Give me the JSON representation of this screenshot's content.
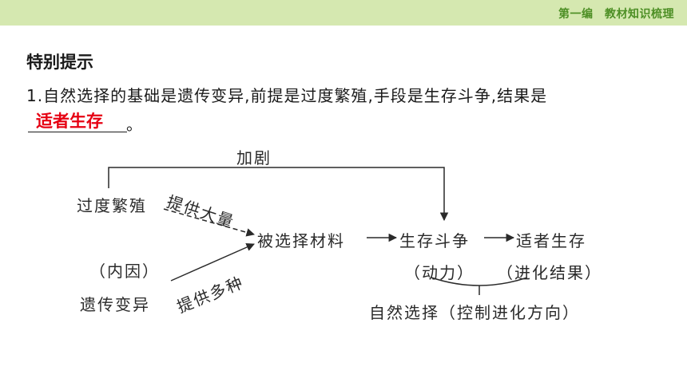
{
  "header": {
    "title": "第一编　教材知识梳理"
  },
  "section": {
    "heading": "特别提示",
    "point1_text": "1.自然选择的基础是遗传变异,前提是过度繁殖,手段是生存斗争,结果是",
    "answer": "适者生存",
    "period": "。"
  },
  "diagram": {
    "top_label": "加剧",
    "overproduction": "过度繁殖",
    "provide_large": "提供大量",
    "internal_cause": "（内因）",
    "variation": "遗传变异",
    "provide_various": "提供多种",
    "selected_material": "被选择材料",
    "struggle": "生存斗争",
    "survival": "适者生存",
    "driving_force": "（动力）",
    "evolution_result": "（进化结果）",
    "natural_selection": "自然选择（控制进化方向）"
  },
  "colors": {
    "header_bg": "#d5e8b0",
    "header_text": "#4d8f25",
    "answer_red": "#e60012"
  }
}
